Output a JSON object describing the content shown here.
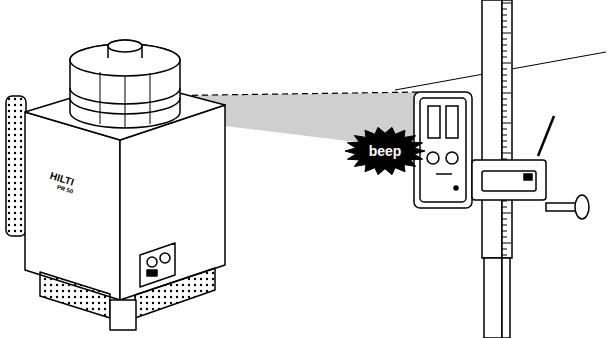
{
  "diagram": {
    "nodes": [
      {
        "text": [
          "beep"
        ]
      }
    ],
    "labels": [
      "HILTI",
      "PR 50"
    ]
  }
}
